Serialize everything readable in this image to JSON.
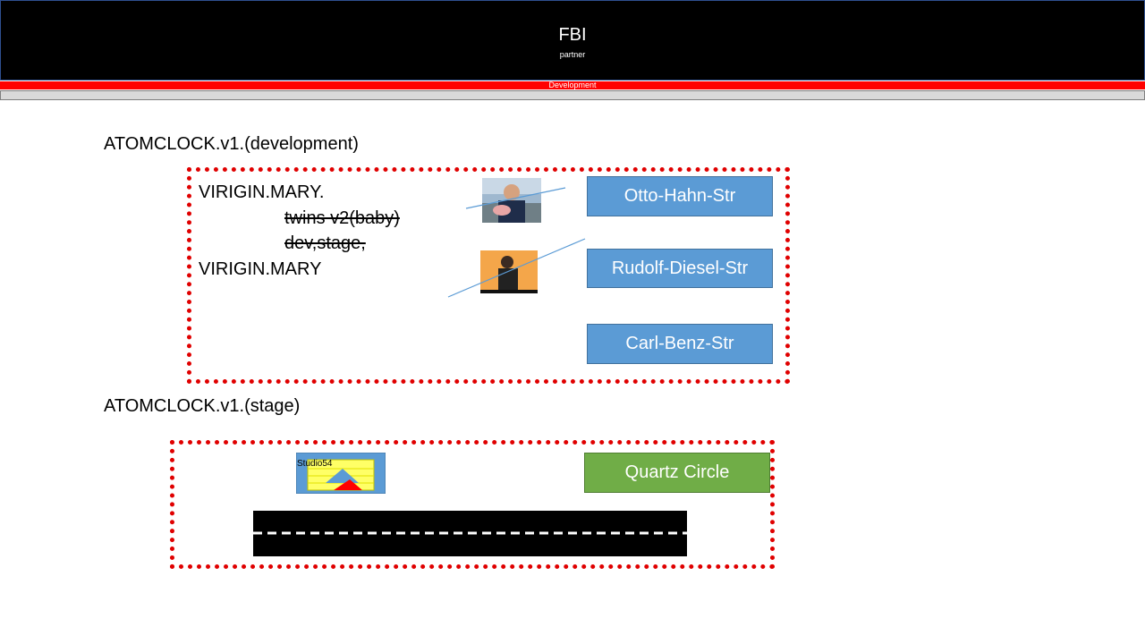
{
  "header": {
    "title": "FBI",
    "subtitle": "partner"
  },
  "bars": {
    "red_label": "Development",
    "gray_label": ""
  },
  "sections": [
    {
      "title": "ATOMCLOCK.v1.(development)",
      "mary_line1": "VIRIGIN.MARY.",
      "twins_line": "twins v2(baby)",
      "devstage_line": "dev,stage,",
      "mary_line2": "VIRIGIN.MARY",
      "buttons": [
        "Otto-Hahn-Str",
        "Rudolf-Diesel-Str",
        "Carl-Benz-Str"
      ]
    },
    {
      "title": "ATOMCLOCK.v1.(stage)",
      "studio_label": "Studio54",
      "button": "Quartz Circle"
    }
  ],
  "colors": {
    "dotted_border": "#e00000",
    "blue_button": "#5b9bd5",
    "green_button": "#70ad47",
    "header_bg": "#000000",
    "accent_red": "#ff0000"
  }
}
